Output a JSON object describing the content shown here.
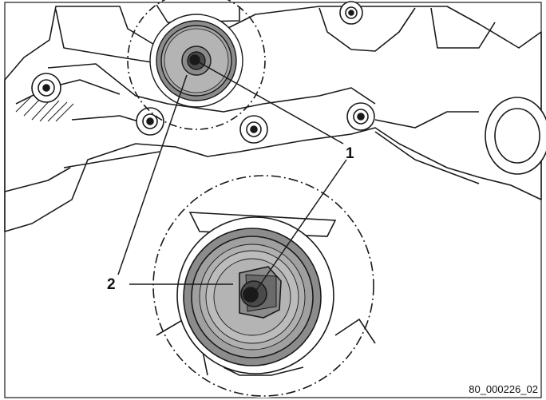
{
  "callouts": [
    {
      "label": "1",
      "target": "bolt"
    },
    {
      "label": "2",
      "target": "cover"
    }
  ],
  "figure_id": "80_000226_02",
  "colors": {
    "line": "#1a1a1a",
    "cover_dark": "#8c8c8c",
    "cover_mid": "#a4a4a4",
    "cover_light": "#bcbcbc",
    "housing": "#ffffff",
    "background": "#ffffff"
  }
}
